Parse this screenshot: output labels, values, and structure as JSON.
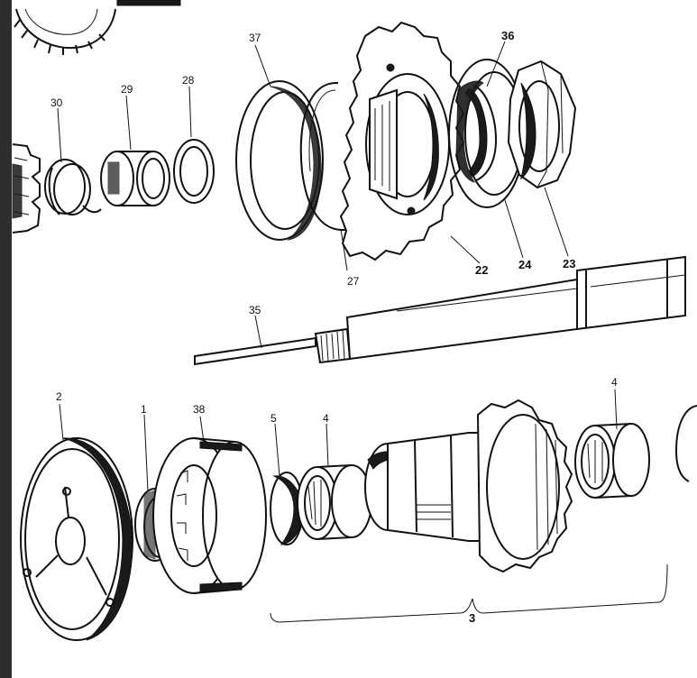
{
  "diagram": {
    "ink_color": "#111111",
    "background_color": "#ffffff",
    "callouts": {
      "c37": "37",
      "c36": "36",
      "c30": "30",
      "c29": "29",
      "c28": "28",
      "c27": "27",
      "c22": "22",
      "c24": "24",
      "c23": "23",
      "c35": "35",
      "c2": "2",
      "c1": "1",
      "c38": "38",
      "c5": "5",
      "c4a": "4",
      "c4b": "4",
      "c3": "3"
    }
  }
}
